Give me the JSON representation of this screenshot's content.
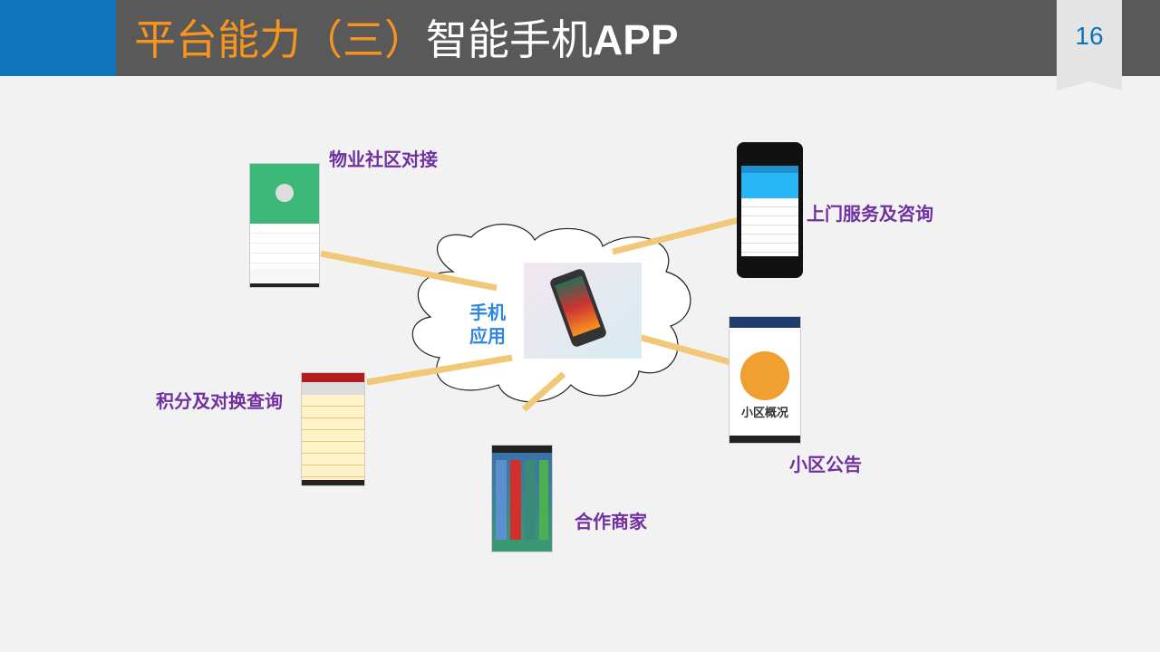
{
  "header": {
    "title_orange": "平台能力（三）",
    "title_white": "智能手机",
    "title_bold": "APP",
    "page_number": "16"
  },
  "center": {
    "label_line1": "手机",
    "label_line2": "应用"
  },
  "nodes": [
    {
      "label": "物业社区对接"
    },
    {
      "label": "上门服务及咨询"
    },
    {
      "label": "积分及对换查询"
    },
    {
      "label": "小区公告",
      "screen_text": "小区概况"
    },
    {
      "label": "合作商家"
    }
  ],
  "colors": {
    "accent_blue": "#0f75bb",
    "orange": "#f7941d",
    "purple": "#7030a0",
    "connector": "#f0c878"
  }
}
